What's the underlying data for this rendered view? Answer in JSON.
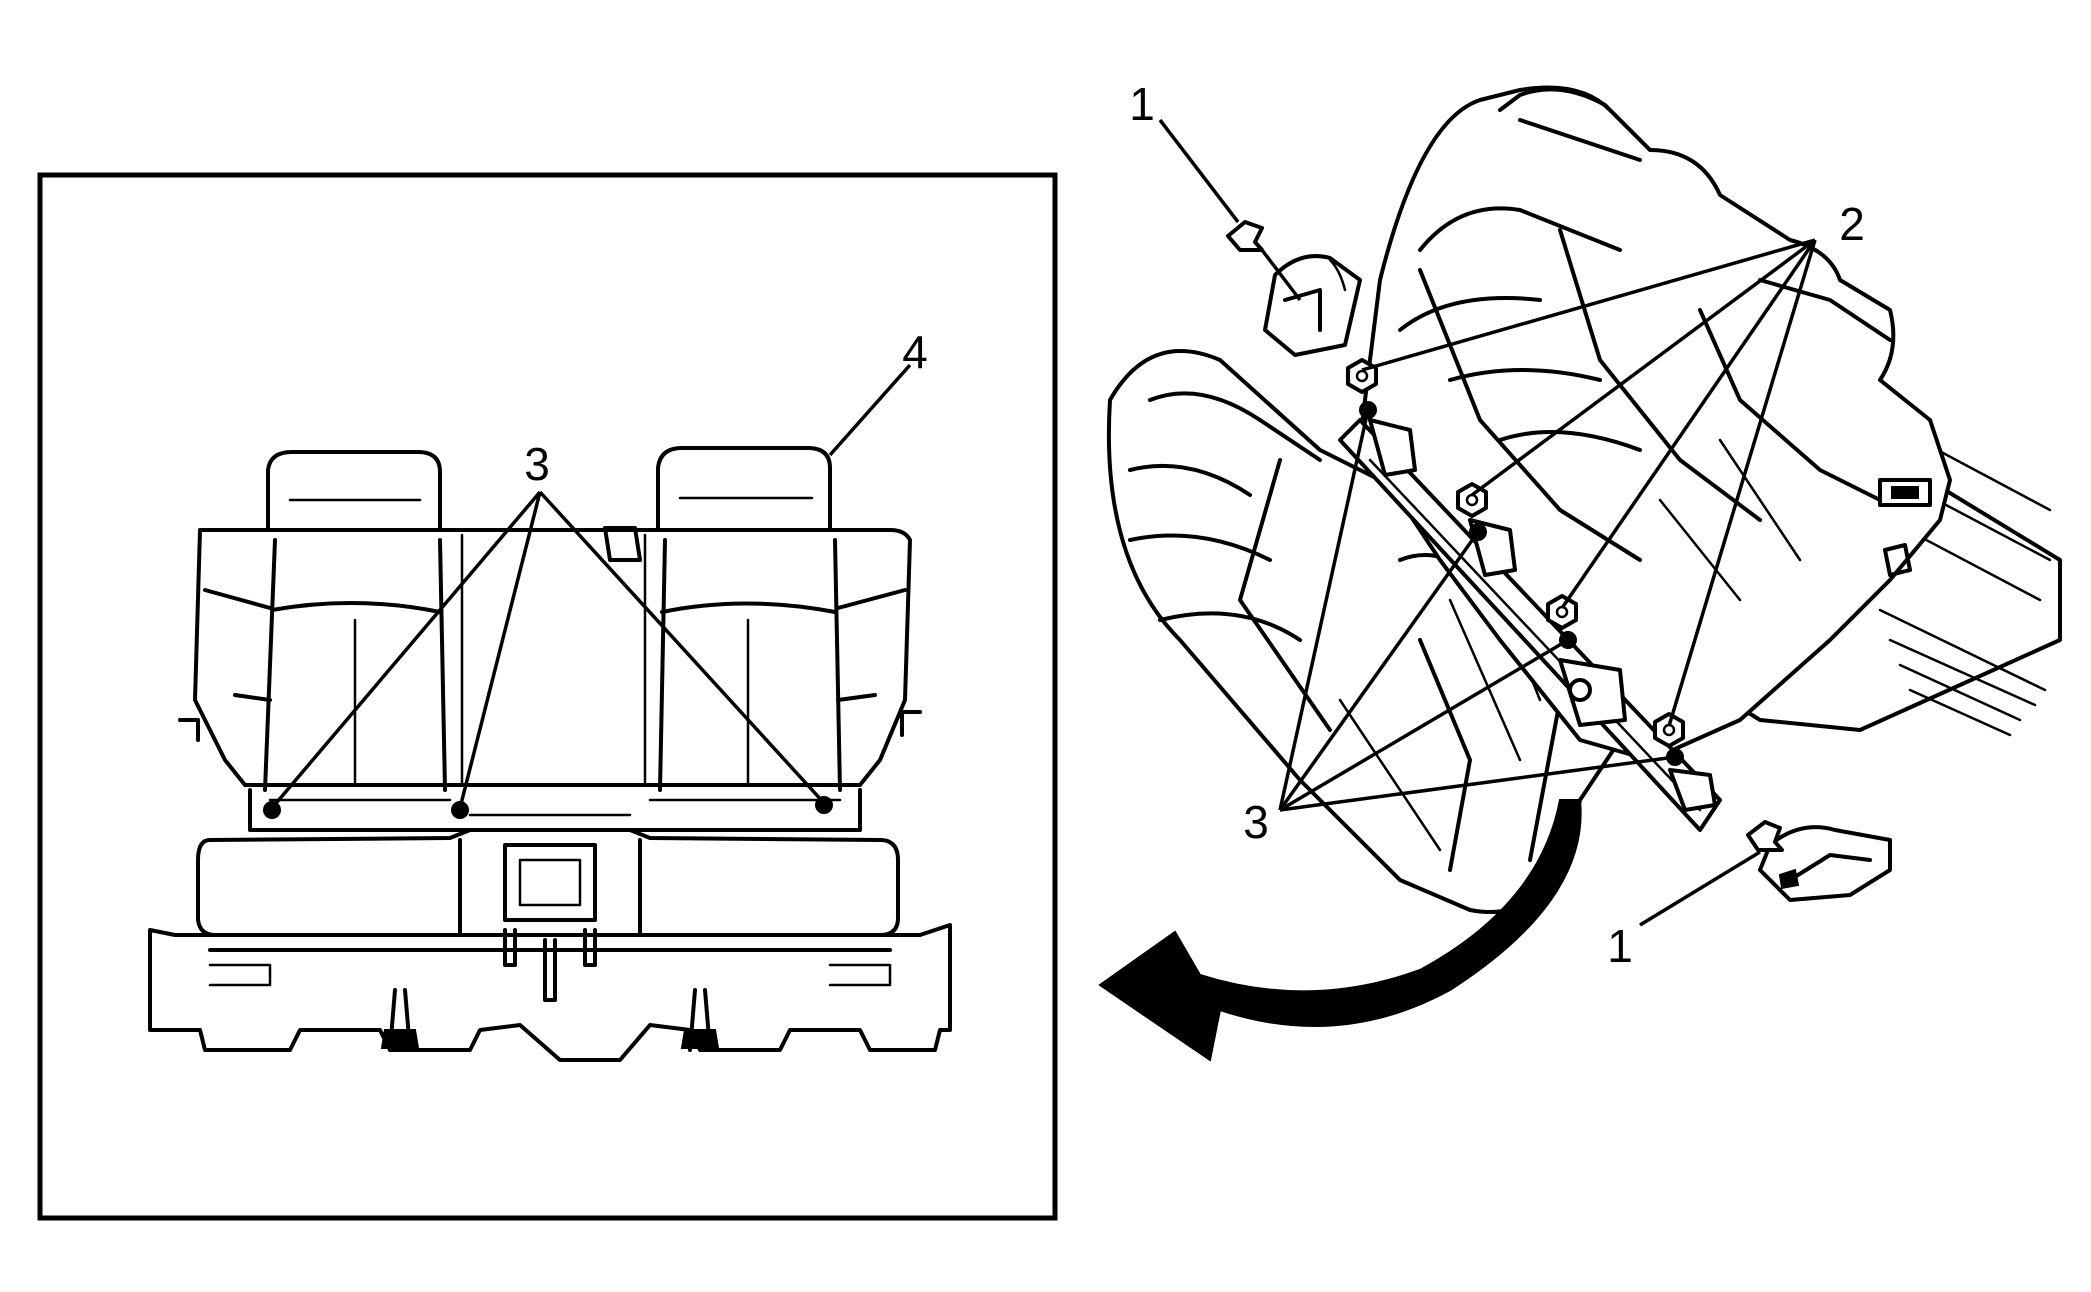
{
  "figure": {
    "callouts": {
      "label_1_top": "1",
      "label_1_bottom": "1",
      "label_2": "2",
      "label_3_right": "3",
      "label_3_left": "3",
      "label_4": "4"
    },
    "components": {
      "rear_view_panel": "seat-rear-view",
      "tilted_view": "seat-tilted-view",
      "direction_arrow": "removal-arrow"
    }
  }
}
